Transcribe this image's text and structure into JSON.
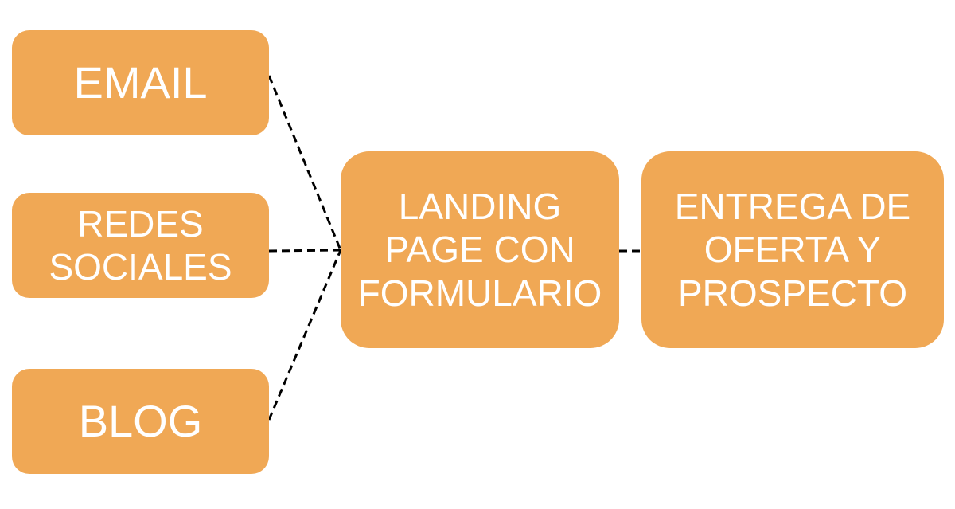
{
  "nodes": {
    "email": "EMAIL",
    "redes": "REDES\nSOCIALES",
    "blog": "BLOG",
    "landing": "LANDING\nPAGE CON\nFORMULARIO",
    "entrega": "ENTREGA DE\nOFERTA Y\nPROSPECTO"
  },
  "colors": {
    "box": "#F0A855",
    "text": "#FFFFFF",
    "connector": "#000000"
  }
}
